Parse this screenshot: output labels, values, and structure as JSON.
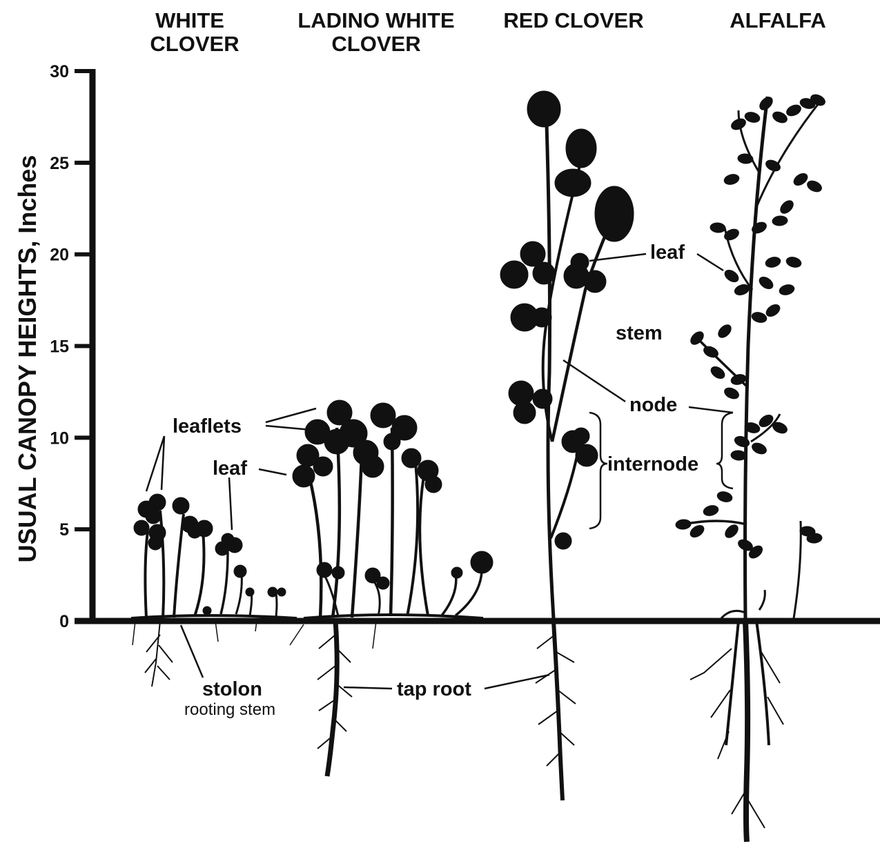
{
  "titles": {
    "white_clover_1": "WHITE",
    "white_clover_2": "CLOVER",
    "ladino_1": "LADINO WHITE",
    "ladino_2": "CLOVER",
    "red_clover": "RED CLOVER",
    "alfalfa": "ALFALFA"
  },
  "axis": {
    "ylabel": "USUAL CANOPY HEIGHTS, Inches",
    "ticks": [
      "0",
      "5",
      "10",
      "15",
      "20",
      "25",
      "30"
    ]
  },
  "labels": {
    "leaflets": "leaflets",
    "leaf_left": "leaf",
    "leaf_right": "leaf",
    "stem": "stem",
    "node": "node",
    "internode": "internode",
    "stolon": "stolon",
    "stolon_sub": "rooting stem",
    "tap_root": "tap root"
  },
  "colors": {
    "ink": "#111111",
    "paper": "#ffffff"
  }
}
